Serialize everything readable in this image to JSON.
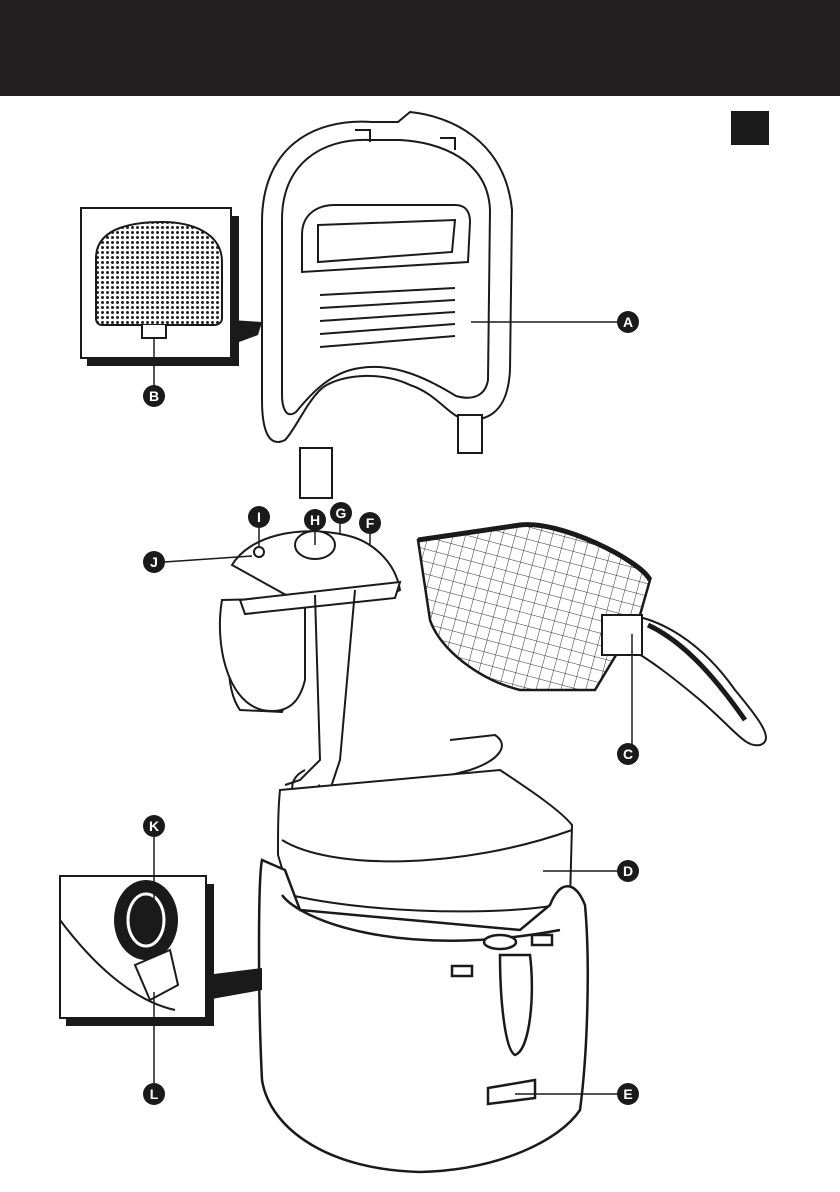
{
  "colors": {
    "header": "#231f20",
    "ink": "#1a1a1a",
    "paper": "#ffffff"
  },
  "callouts": {
    "A": "A",
    "B": "B",
    "C": "C",
    "D": "D",
    "E": "E",
    "F": "F",
    "G": "G",
    "H": "H",
    "I": "I",
    "J": "J",
    "K": "K",
    "L": "L"
  }
}
